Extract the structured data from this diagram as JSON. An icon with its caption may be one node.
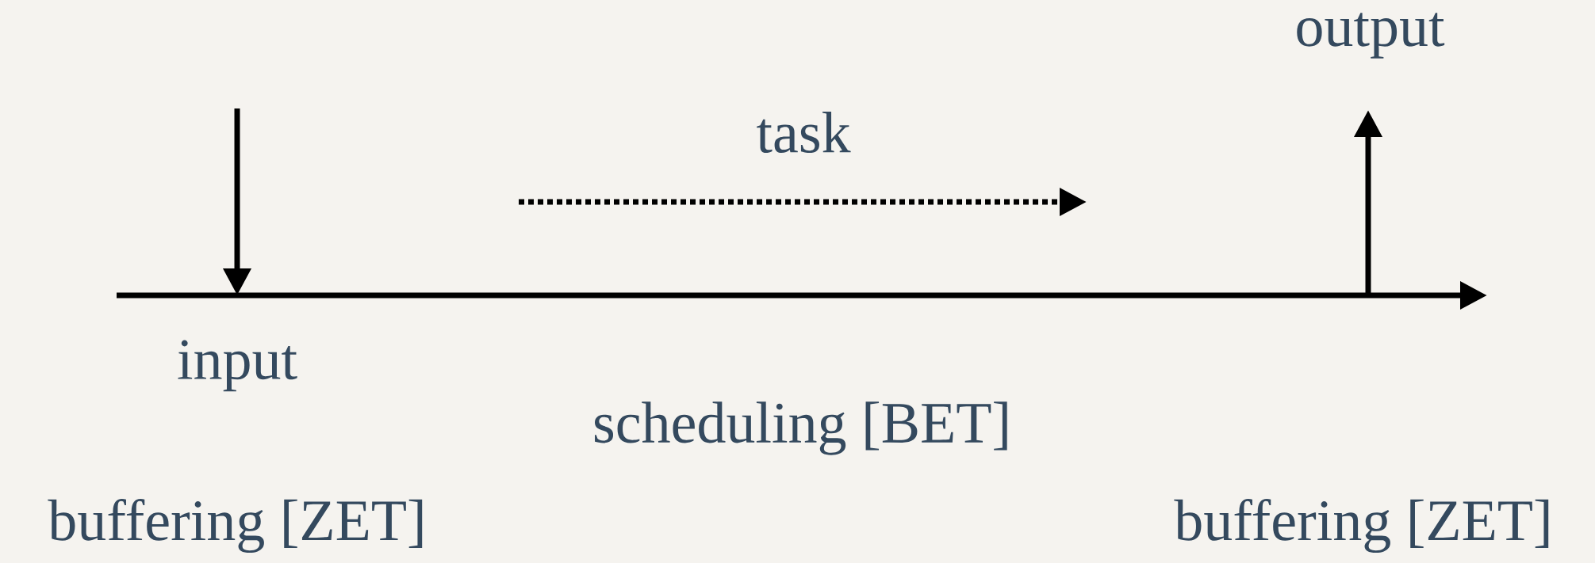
{
  "diagram": {
    "labels": [
      "output",
      "task",
      "input",
      "scheduling [BET]",
      "buffering [ZET]",
      "buffering [ZET]"
    ]
  }
}
